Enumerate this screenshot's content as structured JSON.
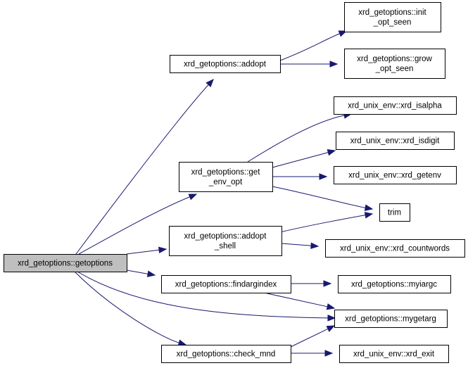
{
  "diagram": {
    "colors": {
      "edge": "#191970",
      "root_fill": "#bfbfbf",
      "node_fill": "#ffffff",
      "border": "#000000"
    },
    "nodes": [
      {
        "id": "getoptions",
        "lines": [
          "xrd_getoptions::getoptions"
        ],
        "root": true
      },
      {
        "id": "addopt",
        "lines": [
          "xrd_getoptions::addopt"
        ]
      },
      {
        "id": "init_opt_seen",
        "lines": [
          "xrd_getoptions::init",
          "_opt_seen"
        ]
      },
      {
        "id": "grow_opt_seen",
        "lines": [
          "xrd_getoptions::grow",
          "_opt_seen"
        ]
      },
      {
        "id": "get_env_opt",
        "lines": [
          "xrd_getoptions::get",
          "_env_opt"
        ]
      },
      {
        "id": "isalpha",
        "lines": [
          "xrd_unix_env::xrd_isalpha"
        ]
      },
      {
        "id": "isdigit",
        "lines": [
          "xrd_unix_env::xrd_isdigit"
        ]
      },
      {
        "id": "getenv",
        "lines": [
          "xrd_unix_env::xrd_getenv"
        ]
      },
      {
        "id": "trim",
        "lines": [
          "trim"
        ]
      },
      {
        "id": "addopt_shell",
        "lines": [
          "xrd_getoptions::addopt",
          "_shell"
        ]
      },
      {
        "id": "countwords",
        "lines": [
          "xrd_unix_env::xrd_countwords"
        ]
      },
      {
        "id": "findargindex",
        "lines": [
          "xrd_getoptions::findargindex"
        ]
      },
      {
        "id": "myiargc",
        "lines": [
          "xrd_getoptions::myiargc"
        ]
      },
      {
        "id": "mygetarg",
        "lines": [
          "xrd_getoptions::mygetarg"
        ]
      },
      {
        "id": "check_mnd",
        "lines": [
          "xrd_getoptions::check_mnd"
        ]
      },
      {
        "id": "xrd_exit",
        "lines": [
          "xrd_unix_env::xrd_exit"
        ]
      }
    ],
    "edges": [
      {
        "from": "getoptions",
        "to": "addopt"
      },
      {
        "from": "getoptions",
        "to": "get_env_opt"
      },
      {
        "from": "getoptions",
        "to": "addopt_shell"
      },
      {
        "from": "getoptions",
        "to": "findargindex"
      },
      {
        "from": "getoptions",
        "to": "mygetarg"
      },
      {
        "from": "getoptions",
        "to": "check_mnd"
      },
      {
        "from": "addopt",
        "to": "init_opt_seen"
      },
      {
        "from": "addopt",
        "to": "grow_opt_seen"
      },
      {
        "from": "get_env_opt",
        "to": "isalpha"
      },
      {
        "from": "get_env_opt",
        "to": "isdigit"
      },
      {
        "from": "get_env_opt",
        "to": "getenv"
      },
      {
        "from": "get_env_opt",
        "to": "trim"
      },
      {
        "from": "addopt_shell",
        "to": "trim"
      },
      {
        "from": "addopt_shell",
        "to": "countwords"
      },
      {
        "from": "findargindex",
        "to": "myiargc"
      },
      {
        "from": "findargindex",
        "to": "mygetarg"
      },
      {
        "from": "check_mnd",
        "to": "mygetarg"
      },
      {
        "from": "check_mnd",
        "to": "xrd_exit"
      }
    ]
  }
}
